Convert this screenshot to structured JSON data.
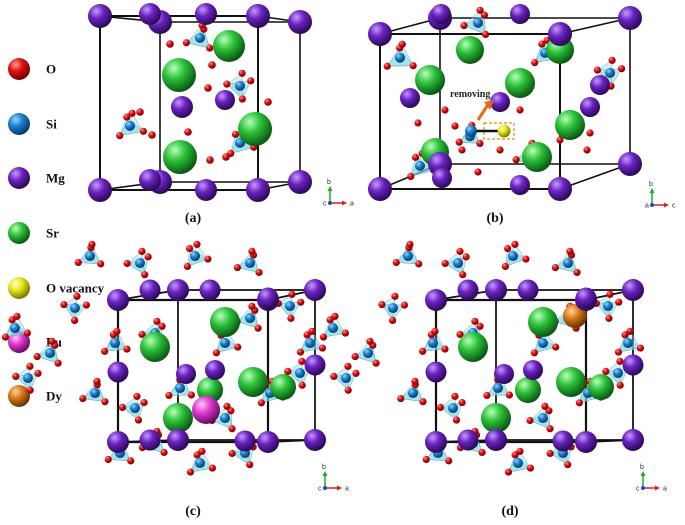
{
  "legend": [
    {
      "label": "O",
      "color": "#e01010"
    },
    {
      "label": "Si",
      "color": "#1a7fd0"
    },
    {
      "label": "Mg",
      "color": "#6a22c0"
    },
    {
      "label": "Sr",
      "color": "#2cc13a"
    },
    {
      "label": "O vacancy",
      "color": "#e6e61a"
    },
    {
      "label": "Eu",
      "color": "#e03ad2"
    },
    {
      "label": "Dy",
      "color": "#d9781a"
    }
  ],
  "panels": [
    {
      "label": "(a)",
      "axes": [
        "b",
        "c",
        "a"
      ]
    },
    {
      "label": "(b)",
      "axes": [
        "b",
        "a",
        "c"
      ]
    },
    {
      "label": "(c)",
      "axes": [
        "b",
        "c",
        "a"
      ]
    },
    {
      "label": "(d)",
      "axes": [
        "b",
        "c",
        "a"
      ]
    }
  ],
  "annotation": "removing",
  "colors": {
    "oxygen": "#e01010",
    "silicon": "#1a7fd0",
    "magnesium": "#6a22c0",
    "strontium": "#2cc13a",
    "vacancy": "#e6e61a",
    "europium": "#e03ad2",
    "dysprosium": "#d9781a",
    "tetrahedron": "#7fd6e0",
    "arrow": "#e86a10"
  }
}
